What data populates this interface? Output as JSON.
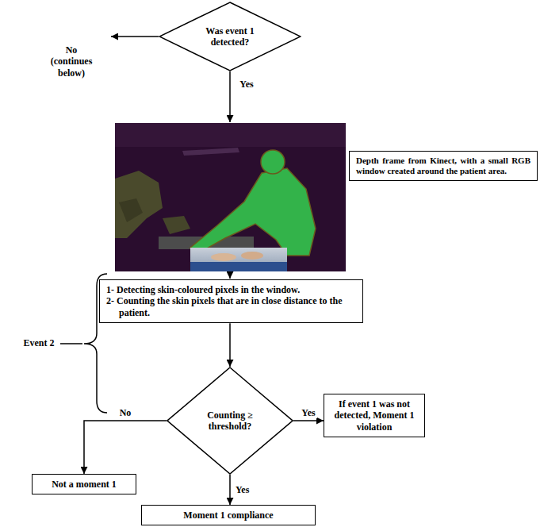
{
  "diagram": {
    "nodes": [
      {
        "text": [
          "Was event 1 detected?"
        ]
      },
      {
        "text": [
          "Depth frame from Kinect, with a small RGB window created around the patient area."
        ]
      },
      {
        "text": [
          "1- Detecting skin-coloured pixels in the window.",
          "2- Counting the skin pixels that are in close distance to the patient."
        ]
      },
      {
        "text": [
          "Counting ≥ threshold?"
        ]
      },
      {
        "text": [
          "If event 1 was not detected, Moment 1 violation"
        ]
      },
      {
        "text": [
          "Not a moment 1"
        ]
      },
      {
        "text": [
          "Moment 1 compliance"
        ]
      }
    ],
    "edges": [
      {
        "from": 2,
        "to": 3,
        "arrow": "to"
      },
      {
        "from": 3,
        "to": 5,
        "label": "No",
        "arrow": "to"
      },
      {
        "from": 3,
        "to": 4,
        "label": "Yes",
        "arrow": "to"
      },
      {
        "from": 3,
        "to": 6,
        "label": "Yes",
        "arrow": "to"
      }
    ],
    "labels": [
      "No (continues below)",
      "Yes",
      "Event 2"
    ]
  }
}
